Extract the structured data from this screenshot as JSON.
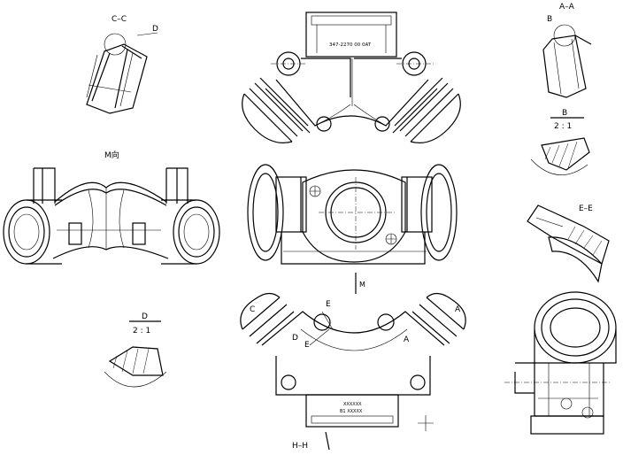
{
  "labels": {
    "cc": "C–C",
    "d_top": "D",
    "m_view": "M向",
    "aa": "A–A",
    "b_top": "B",
    "b_scale_letter": "B",
    "b_scale_value": "2 : 1",
    "ee": "E–E",
    "d_scale_letter": "D",
    "d_scale_value": "2 : 1",
    "m_arrow": "M",
    "c_mark": "C",
    "e_mark_top": "E",
    "d_mark": "D",
    "e_mark_low": "E",
    "a_mark_right": "A",
    "a_mark_mid": "A",
    "hh": "H–H",
    "part_no": "347-2270 00 0AT",
    "stamp_code": "XXXXXX",
    "stamp_text": "B1 XXXXX"
  }
}
